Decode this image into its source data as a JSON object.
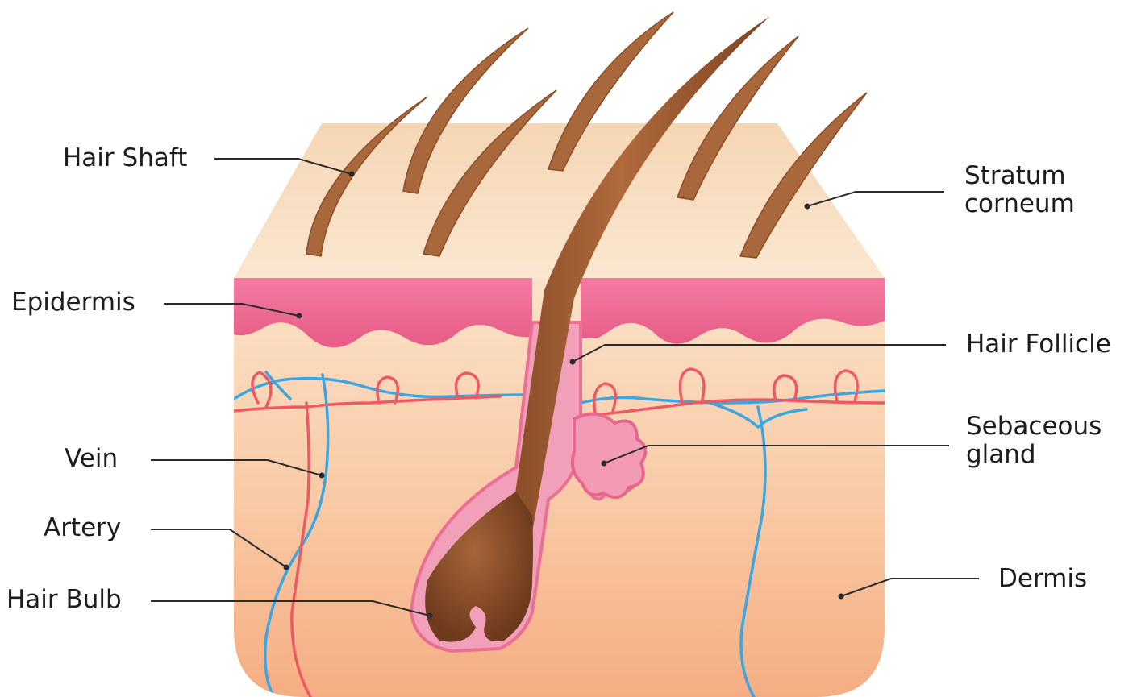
{
  "labels": {
    "hair_shaft": "Hair Shaft",
    "epidermis": "Epidermis",
    "vein": "Vein",
    "artery": "Artery",
    "hair_bulb": "Hair Bulb",
    "stratum_corneum": [
      "Stratum",
      "corneum"
    ],
    "hair_follicle": "Hair Follicle",
    "sebaceous_gland": [
      "Sebaceous",
      "gland"
    ],
    "dermis": "Dermis"
  },
  "colors": {
    "stratum_corneum": "#f7dcbc",
    "epidermis": "#ee6b93",
    "dermis_top": "#f9dcc0",
    "dermis_bottom": "#f7b48a",
    "hair": "#9a5a33",
    "vein": "#3aa6e2",
    "artery": "#ee5a63",
    "leader_line": "#2b2b2b"
  }
}
